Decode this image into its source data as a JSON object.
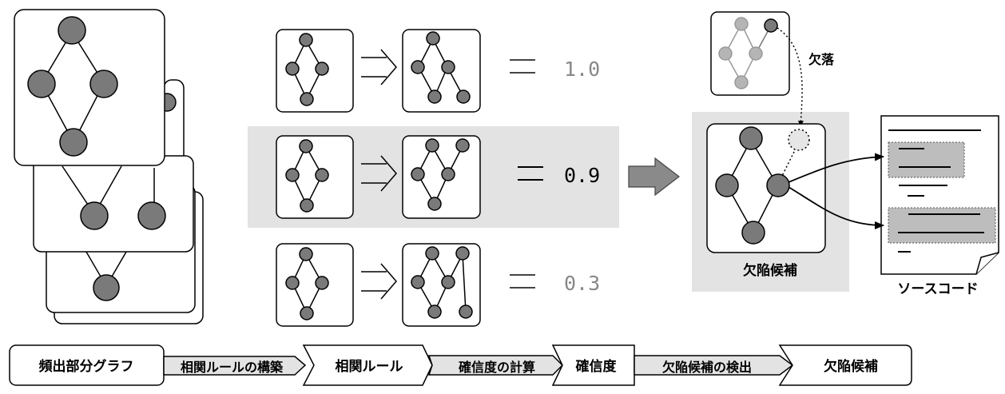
{
  "labels": {
    "kessou": "欠落",
    "candidate": "欠陥候補",
    "source_code": "ソースコード"
  },
  "rules": [
    {
      "value": "1.0",
      "highlighted": false,
      "color": "#888888"
    },
    {
      "value": "0.9",
      "highlighted": true,
      "color": "#000000"
    },
    {
      "value": "0.3",
      "highlighted": false,
      "color": "#888888"
    }
  ],
  "pipeline": [
    {
      "label": "頻出部分グラフ",
      "kind": "data"
    },
    {
      "label": "相関ルールの構築",
      "kind": "process"
    },
    {
      "label": "相関ルール",
      "kind": "data"
    },
    {
      "label": "確信度の計算",
      "kind": "process"
    },
    {
      "label": "確信度",
      "kind": "data"
    },
    {
      "label": "欠陥候補の検出",
      "kind": "process"
    },
    {
      "label": "欠陥候補",
      "kind": "data"
    }
  ],
  "colors": {
    "node": "#7a7a7a",
    "node_faded": "#b5b5b5",
    "highlight_bg": "#e3e3e3",
    "process_fill": "#e3e3e3",
    "doc_highlight": "#bdbdbd"
  }
}
